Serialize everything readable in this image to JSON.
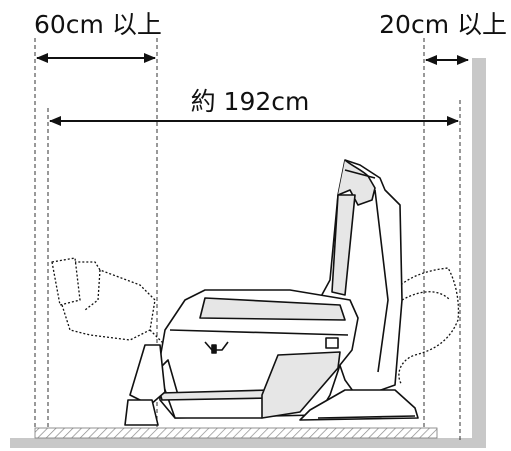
{
  "labels": {
    "front_clearance": "60cm 以上",
    "rear_clearance": "20cm 以上",
    "total_length": "約 192cm"
  },
  "colors": {
    "line": "#111111",
    "wall": "#c8c8c8",
    "floor_hatch": "#8a8a8a",
    "chair_fill": "#ffffff",
    "chair_shade": "#e6e6e6"
  },
  "icons": {
    "chair": "massage-chair-illustration",
    "arrow": "double-headed-arrow"
  }
}
